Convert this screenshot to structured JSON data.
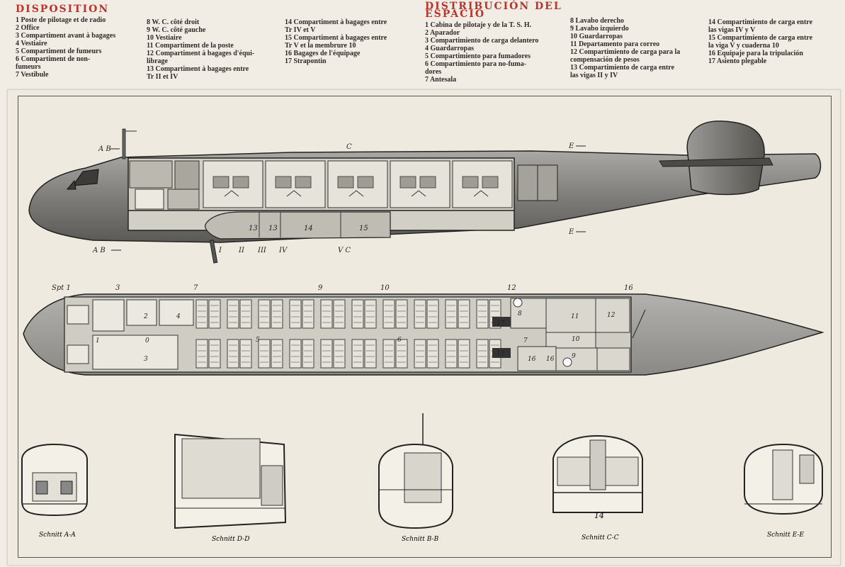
{
  "legend_fr": {
    "title": "DISPOSITION",
    "col1": [
      "1 Poste de pilotage et de radio",
      "2 Office",
      "3 Compartiment avant à bagages",
      "4 Vestiaire",
      "5 Compartiment de fumeurs",
      "6 Compartiment de non-\n   fumeurs",
      "7 Vestibule"
    ],
    "col2": [
      "8 W. C. côté droit",
      "9 W. C. côté gauche",
      "10 Vestiaire",
      "11 Compartiment de la poste",
      "12 Compartiment à bagages d'équi-\n    librage",
      "13 Compartiment à bagages entre\n    Tr II et IV"
    ],
    "col3": [
      "14 Compartiment à bagages entre\n    Tr IV et V",
      "15 Compartiment à bagages entre\n    Tr V et la membrure 10",
      "16 Bagages de l'équipage",
      "17 Strapontin"
    ]
  },
  "legend_es": {
    "title": "DISTRIBUCIÓN DEL ESPACIO",
    "col1": [
      "1 Cabina de pilotaje y de la T. S. H.",
      "2 Aparador",
      "3 Compartimiento de carga delantero",
      "4 Guardarropas",
      "5 Compartimiento para fumadores",
      "6 Compartimiento para no-fuma-\n   dores",
      "7 Antesala"
    ],
    "col2": [
      "8 Lavabo derecho",
      "9 Lavabo izquierdo",
      "10 Guardarropas",
      "11 Departamento para correo",
      "12 Compartimiento de carga para la\n    compensación de pesos",
      "13 Compartimiento de carga entre\n    las vigas II y IV"
    ],
    "col3": [
      "14 Compartimiento de carga entre\n    las vigas IV y V",
      "15 Compartimiento de carga entre\n    la viga V y cuaderna 10",
      "16 Equipaje para la tripulación",
      "17 Asiento plegable"
    ]
  },
  "side_view": {
    "section_marks": [
      "A",
      "B",
      "C",
      "E"
    ],
    "arrow_left_top": "A  B",
    "arrow_left_bottom": "A  B",
    "arrow_mid": "C",
    "arrow_right_top": "E",
    "arrow_right_bottom": "E",
    "hold_numbers": [
      "13",
      "13",
      "14",
      "15"
    ],
    "frame_labels": [
      "I",
      "II",
      "III",
      "IV",
      "V C"
    ]
  },
  "plan_view": {
    "station_labels": [
      "Spt 1",
      "3",
      "7",
      "9",
      "10",
      "12",
      "16"
    ],
    "room_numbers": [
      "1",
      "2",
      "3",
      "4",
      "5",
      "6",
      "7",
      "8",
      "9",
      "10",
      "11",
      "12",
      "16",
      "16",
      "17",
      "17",
      "0"
    ]
  },
  "sections": [
    {
      "label": "Schnitt A-A"
    },
    {
      "label": "Schnitt D-D"
    },
    {
      "label": "Schnitt B-B"
    },
    {
      "label": "Schnitt C-C",
      "number": "14"
    },
    {
      "label": "Schnitt E-E"
    }
  ],
  "colors": {
    "title_red": "#b8342c",
    "paper": "#f1ede4",
    "ink": "#2a2622",
    "fuselage_gray": "#8e8e8c",
    "cabin_fill": "#c9c6bd"
  }
}
